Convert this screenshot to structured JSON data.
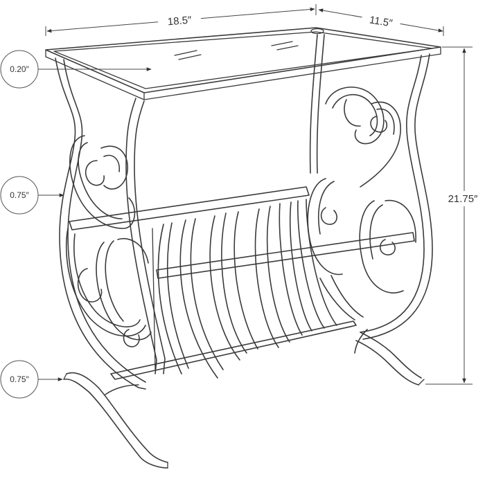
{
  "dimensions": {
    "width": "18.5″",
    "depth": "11.5″",
    "height": "21.75″"
  },
  "callouts": [
    {
      "label": "0.20″"
    },
    {
      "label": "0.75″"
    },
    {
      "label": "0.75″"
    }
  ]
}
